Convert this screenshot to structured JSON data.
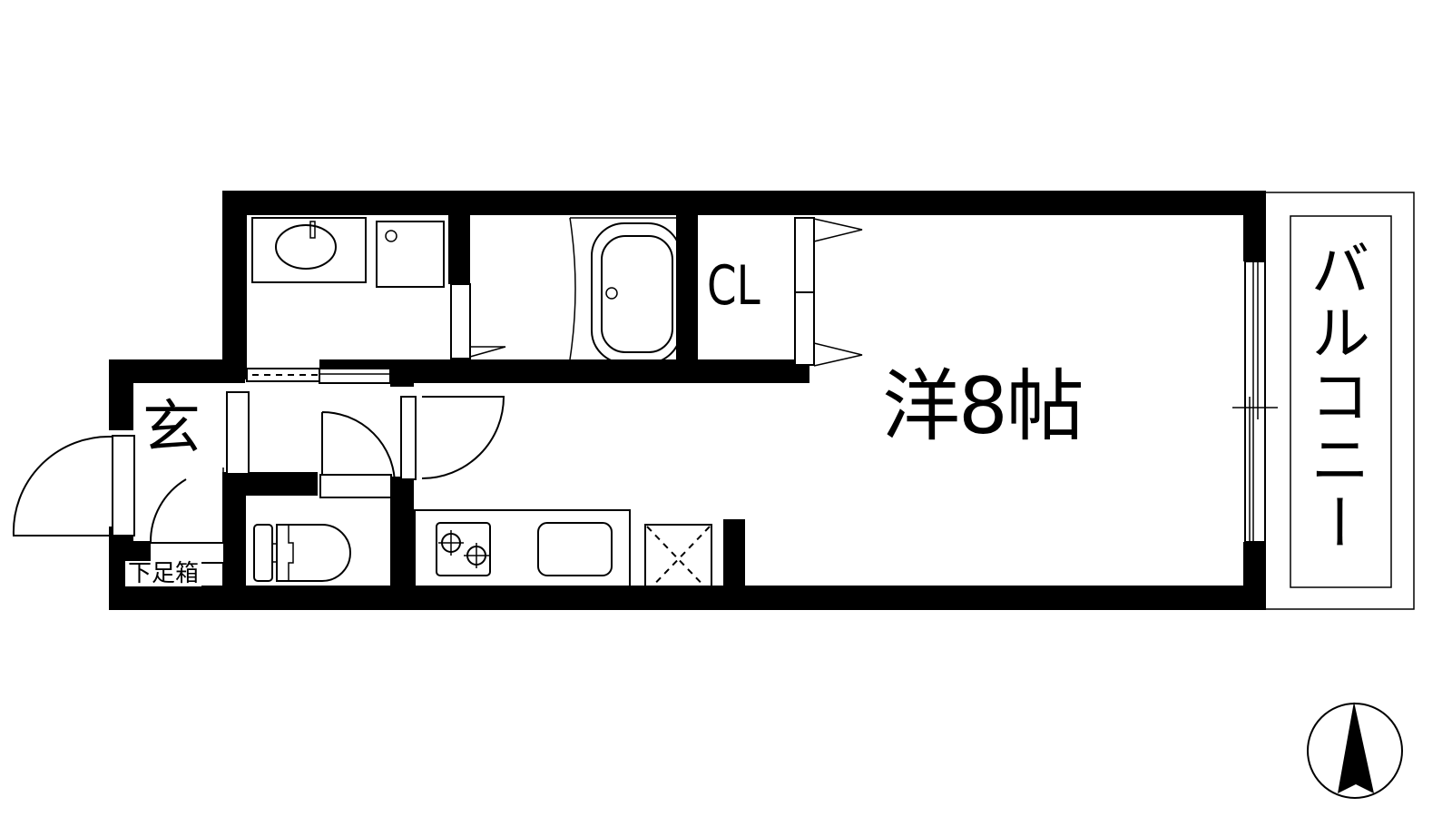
{
  "floor_plan": {
    "rooms": {
      "main_room": {
        "label": "洋8帖",
        "type": "western-style room",
        "size_jo": 8
      },
      "closet": {
        "label": "CL"
      },
      "entrance": {
        "label": "玄"
      },
      "shoe_cabinet": {
        "label": "下足箱"
      },
      "balcony": {
        "label": "バルコニー"
      },
      "bathroom": {
        "label": ""
      },
      "washroom": {
        "label": ""
      },
      "toilet": {
        "label": ""
      },
      "kitchen": {
        "label": ""
      }
    },
    "fixtures": [
      "washbasin",
      "washing-machine-pan",
      "bathtub",
      "toilet",
      "two-burner-stove",
      "kitchen-sink",
      "refrigerator-space"
    ],
    "compass": {
      "direction": "north",
      "symbol": "north-arrow"
    },
    "colors": {
      "wall": "#000000",
      "background": "#ffffff",
      "line": "#000000"
    }
  }
}
